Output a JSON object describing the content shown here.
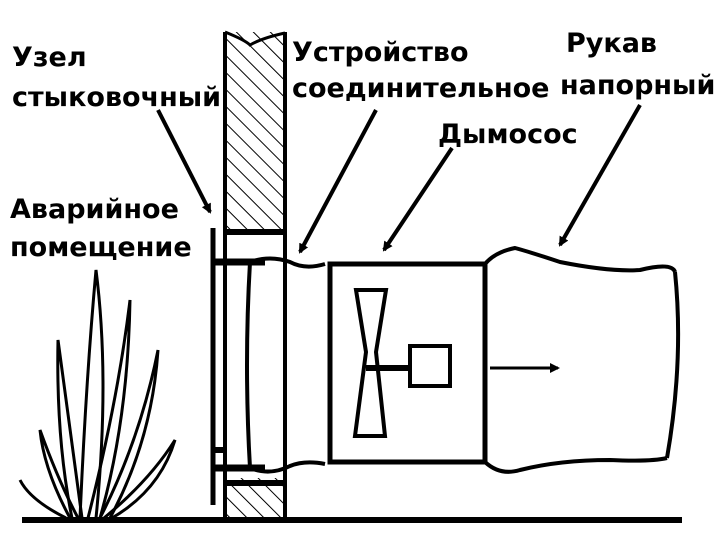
{
  "labels": {
    "docking_node": [
      "Узел",
      "стыковочный"
    ],
    "emergency_room": [
      "Аварийное",
      "помещение"
    ],
    "connecting_device": [
      "Устройство",
      "соединительное"
    ],
    "pressure_hose": [
      "Рукав",
      "напорный"
    ],
    "smoke_exhauster": "Дымосос"
  },
  "colors": {
    "ink": "#000000",
    "background": "#ffffff"
  }
}
